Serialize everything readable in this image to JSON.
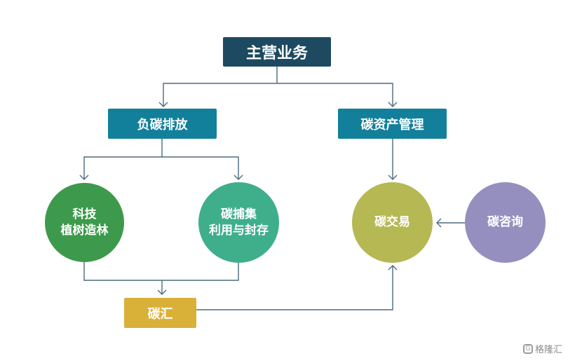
{
  "title": "主营业务",
  "level2": {
    "negative_emission": "负碳排放",
    "asset_management": "碳资产管理"
  },
  "circles": {
    "forestry": [
      "科技",
      "植树造林"
    ],
    "capture": [
      "碳捕集",
      "利用与封存"
    ],
    "trading": "碳交易",
    "consulting": "碳咨询"
  },
  "carbon_sink": "碳汇",
  "watermark": "格隆汇",
  "colors": {
    "title_bg": "#1d4a60",
    "level2_bg": "#12809a",
    "forestry": "#3d9a4c",
    "capture": "#3fae8b",
    "trading": "#b6b854",
    "consulting": "#958fbf",
    "sink": "#d9b038",
    "connector": "#4a6b7d"
  }
}
